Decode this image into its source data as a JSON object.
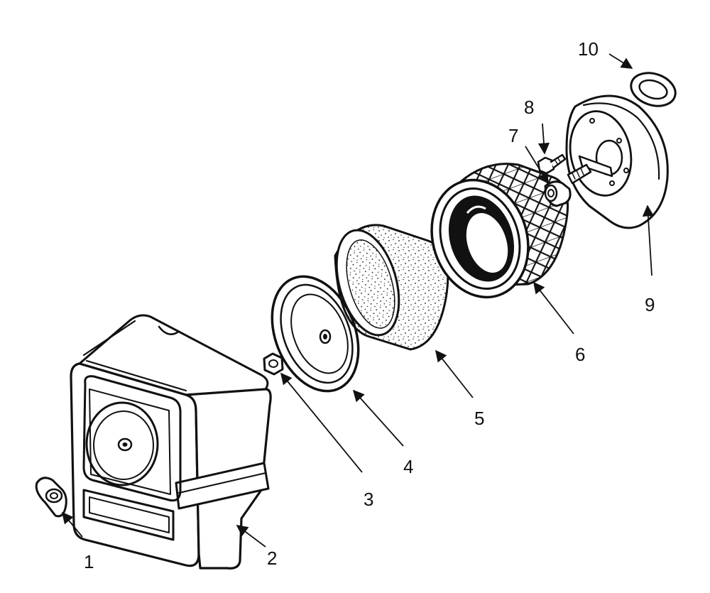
{
  "colors": {
    "ink": "#111111",
    "paper": "#ffffff"
  },
  "parts": [
    {
      "id": "p1",
      "callout": "1"
    },
    {
      "id": "p2",
      "callout": "2"
    },
    {
      "id": "p3",
      "callout": "3"
    },
    {
      "id": "p4",
      "callout": "4"
    },
    {
      "id": "p5",
      "callout": "5"
    },
    {
      "id": "p6",
      "callout": "6"
    },
    {
      "id": "p7",
      "callout": "7"
    },
    {
      "id": "p8",
      "callout": "8"
    },
    {
      "id": "p9",
      "callout": "9"
    },
    {
      "id": "p10",
      "callout": "10"
    }
  ]
}
